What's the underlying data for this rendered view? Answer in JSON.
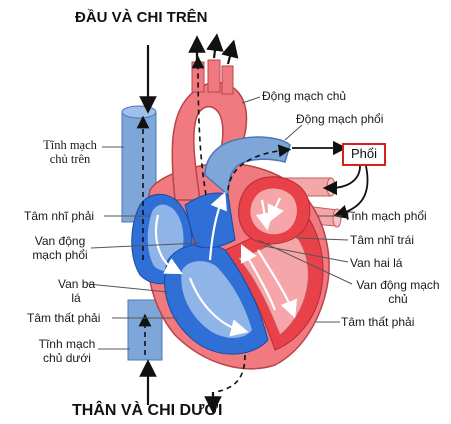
{
  "titles": {
    "top": "ĐẦU VÀ CHI TRÊN",
    "bottom": "THÂN VÀ CHI DƯỚI"
  },
  "labels_left": {
    "svc_line1": "Tĩnh mạch",
    "svc_line2": "chủ trên",
    "ra": "Tâm nhĩ phải",
    "pulm_valve_line1": "Van động",
    "pulm_valve_line2": "mạch phổi",
    "tricuspid_line1": "Van ba",
    "tricuspid_line2": "lá",
    "rv": "Tâm thất phải",
    "ivc_line1": "Tĩnh mạch",
    "ivc_line2": "chủ dưới"
  },
  "labels_right": {
    "aorta": "Động mạch chủ",
    "pulm_artery": "Động mạch phổi",
    "lungs": "Phổi",
    "pulm_veins": "Tĩnh mạch phổi",
    "la": "Tâm nhĩ trái",
    "mitral": "Van hai lá",
    "aortic_valve_line1": "Van động mạch",
    "aortic_valve_line2": "chủ",
    "lv": "Tâm thất phải"
  },
  "colors": {
    "oxygenated": "#e8414a",
    "oxygenated_light": "#f6a6a8",
    "deoxygenated": "#2f6fd6",
    "deoxygenated_light": "#8fb4e8",
    "vessel_blue": "#7fa6d8",
    "lung_box_border": "#d62020"
  }
}
